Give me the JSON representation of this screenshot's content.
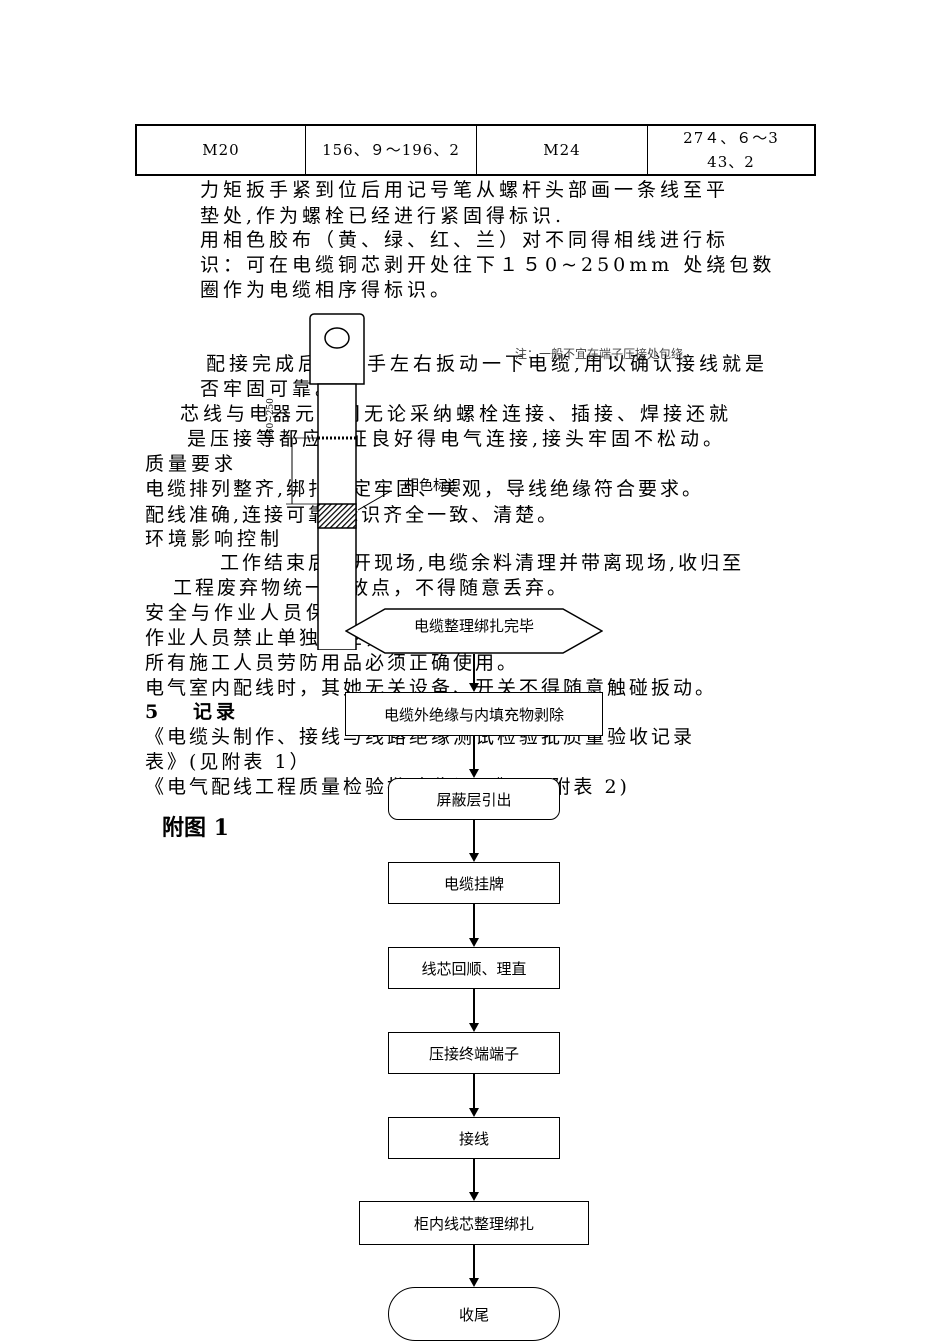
{
  "table": {
    "rows": [
      [
        "M20",
        "156、９～196、2",
        "M24",
        "27４、６～3\n43、2"
      ]
    ]
  },
  "paragraphs": {
    "p1_l1": "力矩扳手紧到位后用记号笔从螺杆头部画一条线至平",
    "p1_l2": "垫处,作为螺栓已经进行紧固得标识.",
    "p2_l1": " 用相色胶布（黄、绿、红、兰）对不同得相线进行标",
    "p2_l2": "识：可在电缆铜芯剥开处往下１５0~250mm 处绕包数",
    "p2_l3": "圈作为电缆相序得标识。",
    "p3_l1": "配接完成后，用手左右扳动一下电缆,用以确认接线就是",
    "p3_l2": "否牢固可靠。",
    "p4_l1": "芯线与电器元件间无论采纳螺栓连接、插接、焊接还就",
    "p4_l2": "是压接等都应保证良好得电气连接,接头牢固不松动。",
    "h_quality": "质量要求",
    "q1": "电缆排列整齐,绑扎固定牢固、美观，导线绝缘符合要求。",
    "q2": "配线准确,连接可靠,标识齐全一致、清楚。",
    "h_env": "环境影响控制",
    "e1_l1": "工作结束后离开现场,电缆余料清理并带离现场,收归至",
    "e1_l2": "工程废弃物统一堆放点，不得随意丢弃。",
    "h_safety": "安全与作业人员保护",
    "s1": "作业人员禁止单独作业，必须两人以上。",
    "s2": "所有施工人员劳防用品必须正确使用。",
    "s3": "电气室内配线时，其她无关设备、开关不得随意触碰扳动。",
    "h_record_num": "5",
    "h_record": "记录",
    "r1_l1": "《电缆头制作、接线与线路绝缘测试检验批质量验收记录",
    "r1_l2": "表》(见附表 1）",
    "r2": "《电气配线工程质量检验批验收记录》(见附表 2)",
    "h_fig": "附图 1"
  },
  "diagram": {
    "note": "注：一般不宜在端子压接处包绕。",
    "dim": "150~250",
    "phase_label": "相色标识"
  },
  "flowchart": {
    "steps": [
      "电缆整理绑扎完毕",
      "电缆外绝缘与内填充物剥除",
      "屏蔽层引出",
      "电缆挂牌",
      "线芯回顺、理直",
      "压接终端端子",
      "接线",
      "柜内线芯整理绑扎",
      "收尾"
    ]
  }
}
